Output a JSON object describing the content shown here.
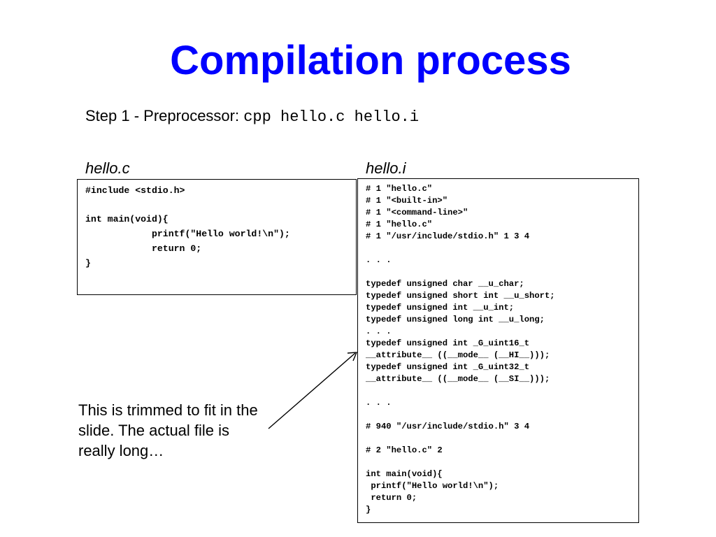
{
  "slide": {
    "title": "Compilation process",
    "step_label": "Step 1 - Preprocessor: ",
    "step_command": "cpp hello.c hello.i"
  },
  "left_panel": {
    "label": "hello.c",
    "code": "#include <stdio.h>\n\nint main(void){\n            printf(\"Hello world!\\n\");\n            return 0;\n}"
  },
  "right_panel": {
    "label": "hello.i",
    "code": "# 1 \"hello.c\"\n# 1 \"<built-in>\"\n# 1 \"<command-line>\"\n# 1 \"hello.c\"\n# 1 \"/usr/include/stdio.h\" 1 3 4\n\n. . .\n\ntypedef unsigned char __u_char;\ntypedef unsigned short int __u_short;\ntypedef unsigned int __u_int;\ntypedef unsigned long int __u_long;\n. . .\ntypedef unsigned int _G_uint16_t\n__attribute__ ((__mode__ (__HI__)));\ntypedef unsigned int _G_uint32_t\n__attribute__ ((__mode__ (__SI__)));\n\n. . .\n\n# 940 \"/usr/include/stdio.h\" 3 4\n\n# 2 \"hello.c\" 2\n\nint main(void){\n printf(\"Hello world!\\n\");\n return 0;\n}"
  },
  "annotation": {
    "text": "This is trimmed to fit in the slide. The actual file is really long…"
  },
  "colors": {
    "title": "#0000ff",
    "text": "#000000",
    "background": "#ffffff"
  }
}
